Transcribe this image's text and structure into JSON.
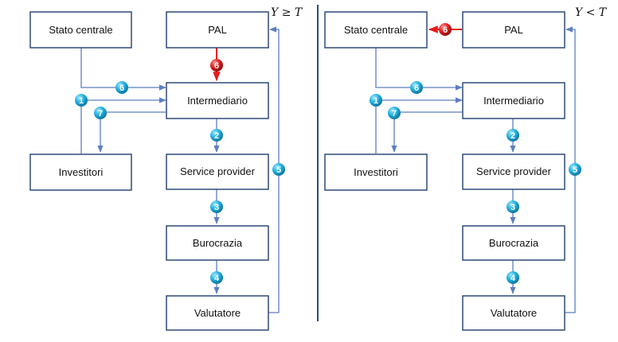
{
  "colors": {
    "box_border": "#2f4a78",
    "connector": "#5b7fbf",
    "badge_blue": "#1fb0e0",
    "badge_red": "#e31d1d"
  },
  "left_panel": {
    "condition": "Y ≥ T",
    "boxes": {
      "stato_centrale": "Stato centrale",
      "pal": "PAL",
      "intermediario": "Intermediario",
      "investitori": "Investitori",
      "service_provider": "Service provider",
      "burocrazia": "Burocrazia",
      "valutatore": "Valutatore"
    },
    "badges": {
      "b1": "1",
      "b2": "2",
      "b3": "3",
      "b4": "4",
      "b5": "5",
      "b6_blue": "6",
      "b6_red": "6",
      "b7": "7"
    }
  },
  "right_panel": {
    "condition": "Y < T",
    "boxes": {
      "stato_centrale": "Stato centrale",
      "pal": "PAL",
      "intermediario": "Intermediario",
      "investitori": "Investitori",
      "service_provider": "Service provider",
      "burocrazia": "Burocrazia",
      "valutatore": "Valutatore"
    },
    "badges": {
      "b1": "1",
      "b2": "2",
      "b3": "3",
      "b4": "4",
      "b5": "5",
      "b6_blue": "6",
      "b6_red": "6",
      "b7": "7"
    }
  }
}
